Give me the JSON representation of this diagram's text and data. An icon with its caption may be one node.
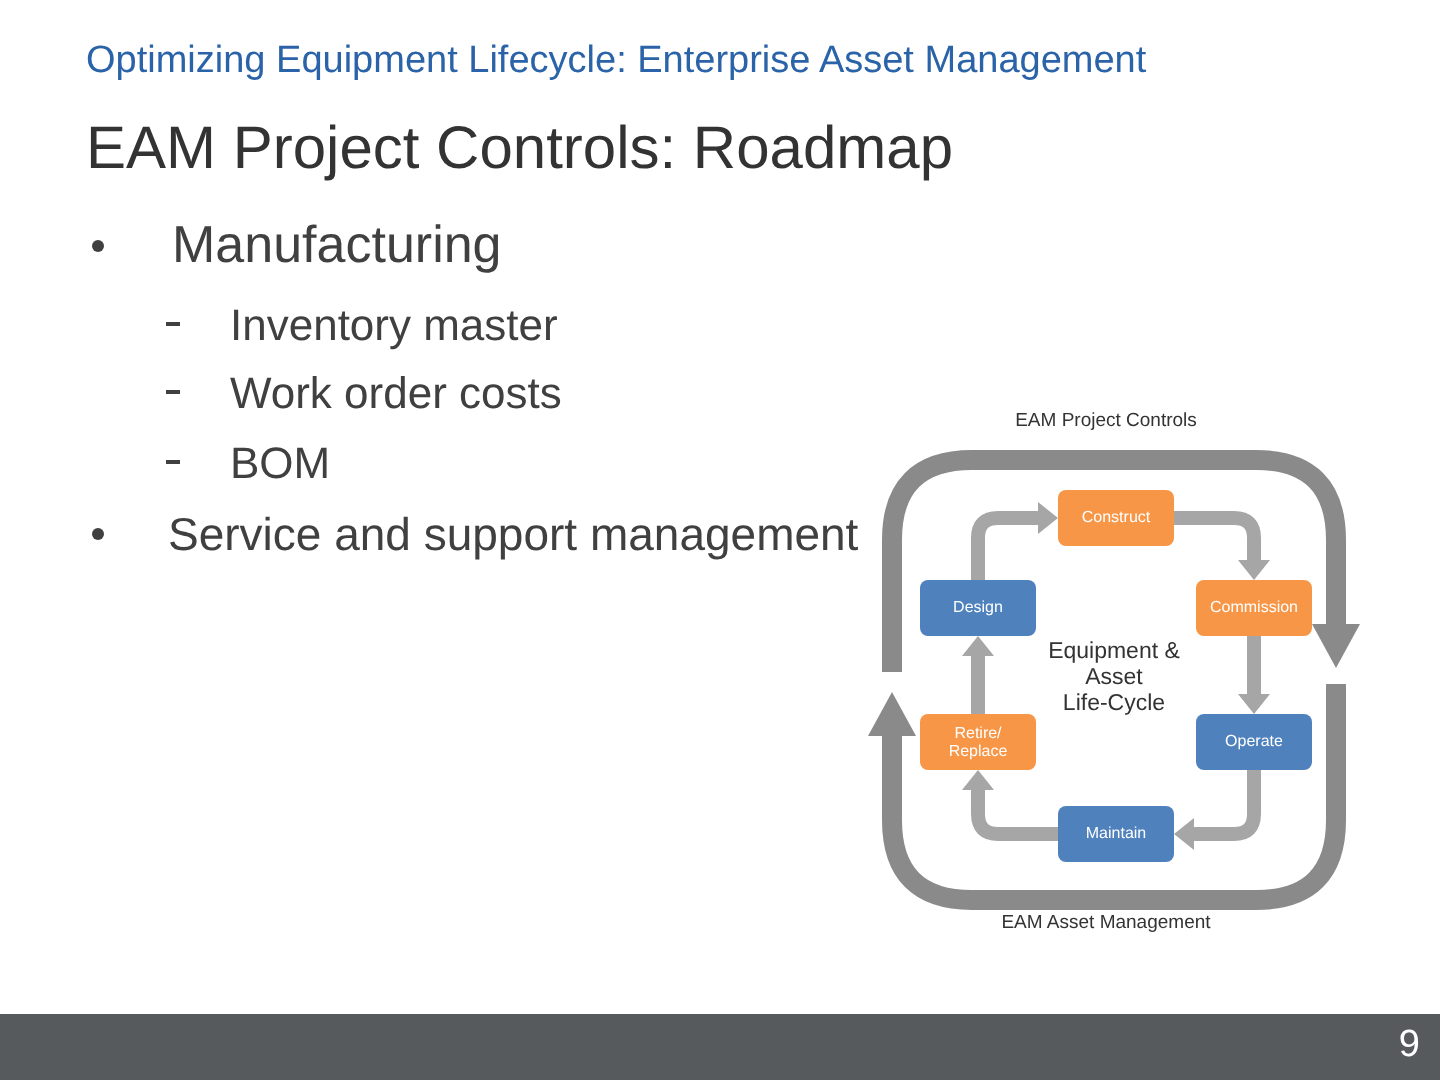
{
  "diagram": {
    "title": "EAM Project Controls: Roadmap",
    "nodes": [
      {
        "text": [
          "Construct"
        ]
      },
      {
        "text": [
          "Design"
        ]
      },
      {
        "text": [
          "Commission"
        ]
      },
      {
        "text": [
          "Retire/ Replace"
        ]
      },
      {
        "text": [
          "Operate"
        ]
      },
      {
        "text": [
          "Maintain"
        ]
      }
    ],
    "edges": [
      {
        "from": 1,
        "to": 0,
        "arrow": "to"
      },
      {
        "from": 0,
        "to": 2,
        "arrow": "to"
      },
      {
        "from": 2,
        "to": 4,
        "arrow": "to"
      },
      {
        "from": 4,
        "to": 5,
        "arrow": "to"
      },
      {
        "from": 5,
        "to": 3,
        "arrow": "to"
      },
      {
        "from": 3,
        "to": 1,
        "arrow": "to"
      }
    ],
    "labels": [
      "Optimizing Equipment Lifecycle: Enterprise Asset Management",
      "Manufacturing",
      "Inventory master",
      "Work order costs",
      "BOM",
      "Service and support management",
      "EAM Project Controls",
      "Equipment & Asset Life-Cycle",
      "EAM Asset Management",
      "9"
    ]
  }
}
